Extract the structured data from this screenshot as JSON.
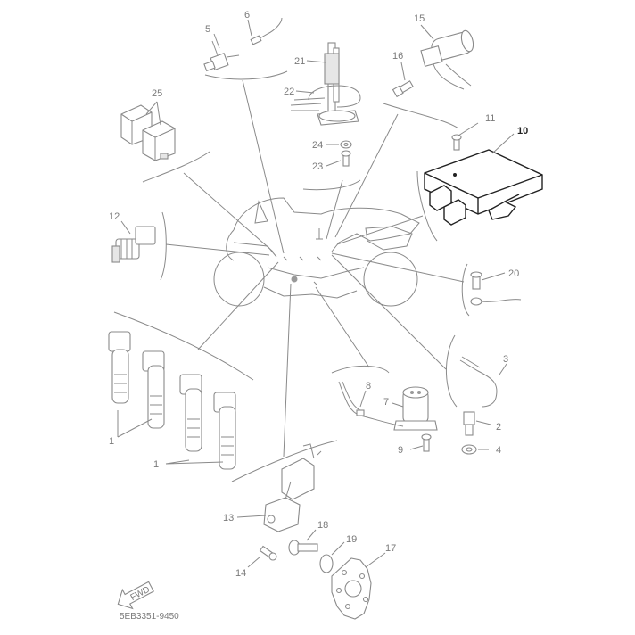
{
  "labels": {
    "p1a": "1",
    "p1b": "1",
    "p2": "2",
    "p3": "3",
    "p4": "4",
    "p5": "5",
    "p6": "6",
    "p7": "7",
    "p8": "8",
    "p9": "9",
    "p10": "10",
    "p11": "11",
    "p12": "12",
    "p13": "13",
    "p14": "14",
    "p15": "15",
    "p16": "16",
    "p17": "17",
    "p18": "18",
    "p19": "19",
    "p20": "20",
    "p21": "21",
    "p22": "22",
    "p23": "23",
    "p24": "24",
    "p25": "25"
  },
  "fwd_label": "FWD",
  "diagram_code": "5EB3351-9450"
}
